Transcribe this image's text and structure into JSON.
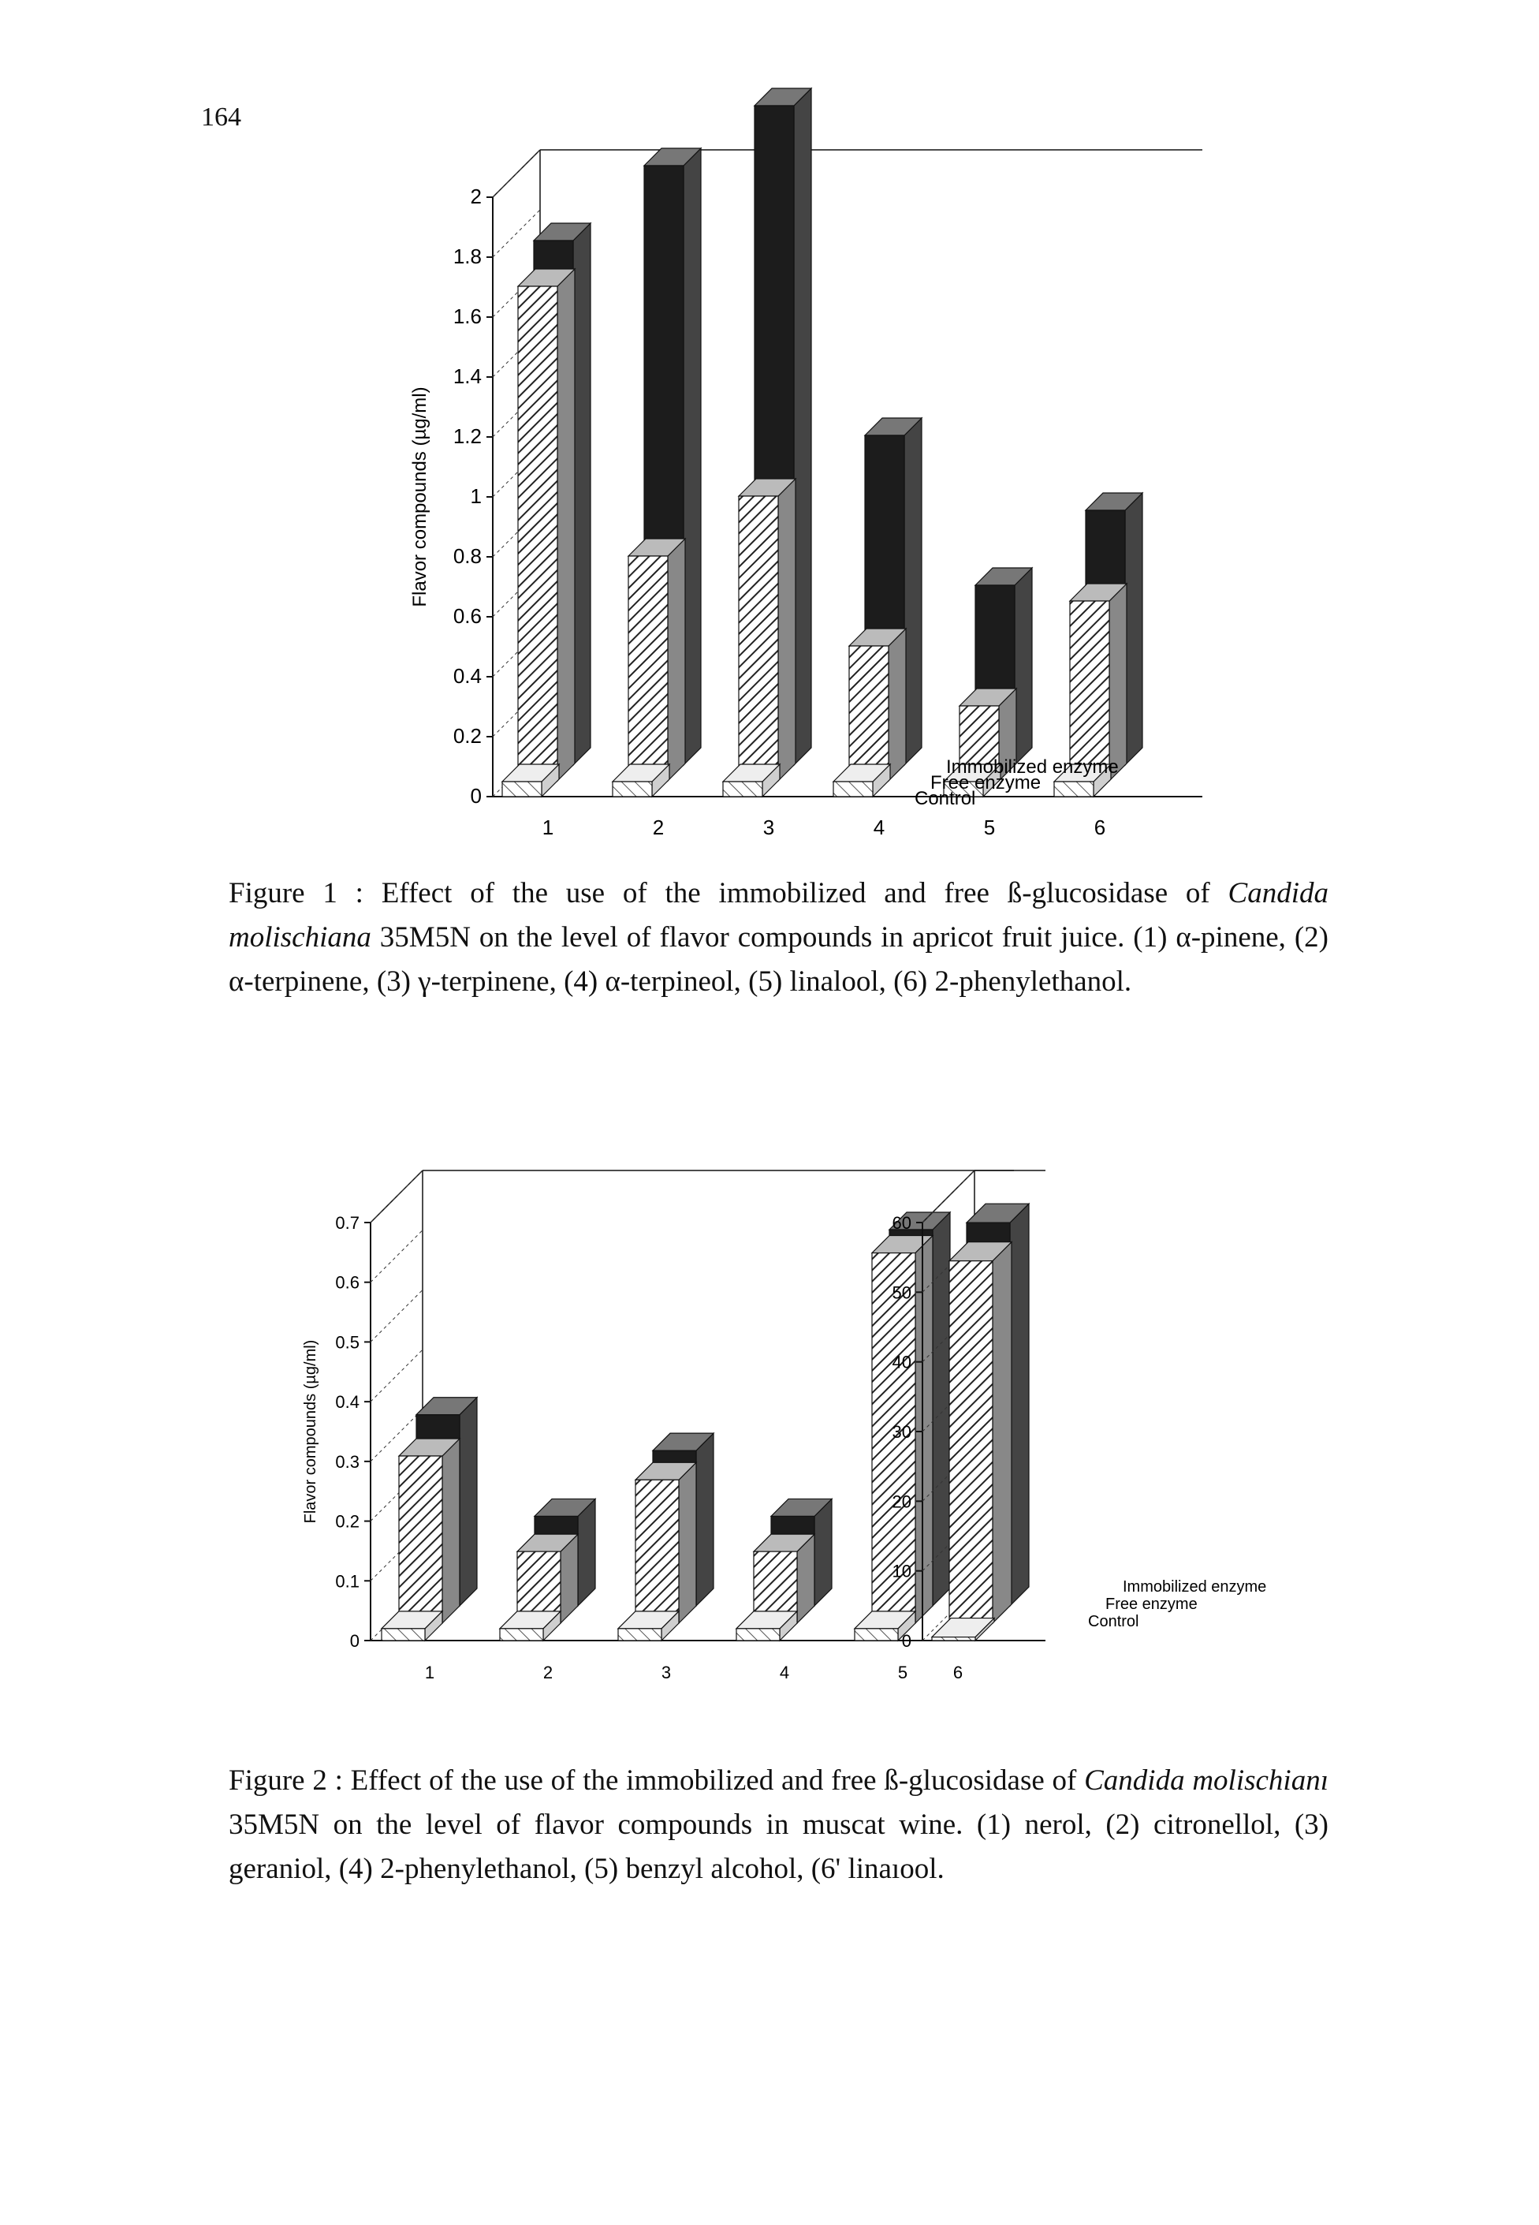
{
  "page": {
    "number": "164"
  },
  "figures": [
    {
      "caption": {
        "prefix": "Figure 1 : Effect of the use of the immobilized and free ß-glucosidase of ",
        "species": "Candida molischiana",
        "suffix": " 35M5N on the level of flavor compounds in apricot fruit juice. (1) α-pinene, (2) α-terpinene, (3) γ-terpinene, (4) α-terpineol, (5) linalool, (6) 2-phenylethanol."
      }
    },
    {
      "caption": {
        "prefix": "Figure 2 : Effect of the use of the immobilized and free ß-glucosidase of ",
        "species": "Candida molischianı",
        "suffix": " 35M5N on the level of flavor compounds in muscat wine. (1) nerol, (2) citronellol, (3) geraniol, (4) 2-phenylethanol, (5) benzyl alcohol, (6' linaıool."
      }
    }
  ],
  "chart_data": [
    {
      "type": "bar",
      "ylabel": "Flavor compounds (µg/ml)",
      "yticks": [
        "0",
        "0.2",
        "0.4",
        "0.6",
        "0.8",
        "1",
        "1.2",
        "1.4",
        "1.6",
        "1.8",
        "2"
      ],
      "ylim": [
        0,
        2
      ],
      "categories": [
        "1",
        "2",
        "3",
        "4",
        "5",
        "6"
      ],
      "series": [
        {
          "name": "Control",
          "values": [
            0.05,
            0.05,
            0.05,
            0.05,
            0.05,
            0.05
          ]
        },
        {
          "name": "Free enzyme",
          "values": [
            1.65,
            0.75,
            0.95,
            0.45,
            0.25,
            0.6
          ]
        },
        {
          "name": "Immobilized enzyme",
          "values": [
            1.75,
            2.0,
            2.2,
            1.1,
            0.6,
            0.85
          ]
        }
      ],
      "legend_position": "right"
    },
    {
      "type": "bar",
      "ylabel": "Flavor compounds (µg/ml)",
      "yticks": [
        "0",
        "0.1",
        "0.2",
        "0.3",
        "0.4",
        "0.5",
        "0.6",
        "0.7"
      ],
      "ylim": [
        0,
        0.7
      ],
      "categories": [
        "1",
        "2",
        "3",
        "4",
        "5"
      ],
      "series": [
        {
          "name": "Control",
          "values": [
            0.02,
            0.02,
            0.02,
            0.02,
            0.02
          ]
        },
        {
          "name": "Free enzyme",
          "values": [
            0.28,
            0.12,
            0.24,
            0.12,
            0.62
          ]
        },
        {
          "name": "Immobilized enzyme",
          "values": [
            0.32,
            0.15,
            0.26,
            0.15,
            0.63
          ]
        }
      ],
      "legend_position": "right"
    },
    {
      "type": "bar",
      "yticks": [
        "0",
        "10",
        "20",
        "30",
        "40",
        "50",
        "60"
      ],
      "ylim": [
        0,
        60
      ],
      "categories": [
        "6"
      ],
      "series": [
        {
          "name": "Control",
          "values": [
            0.5
          ]
        },
        {
          "name": "Free enzyme",
          "values": [
            52
          ]
        },
        {
          "name": "Immobilized enzyme",
          "values": [
            55
          ]
        }
      ],
      "legend": [
        "Immobilized enzyme",
        "Free enzyme",
        "Control"
      ],
      "legend_position": "right"
    }
  ]
}
